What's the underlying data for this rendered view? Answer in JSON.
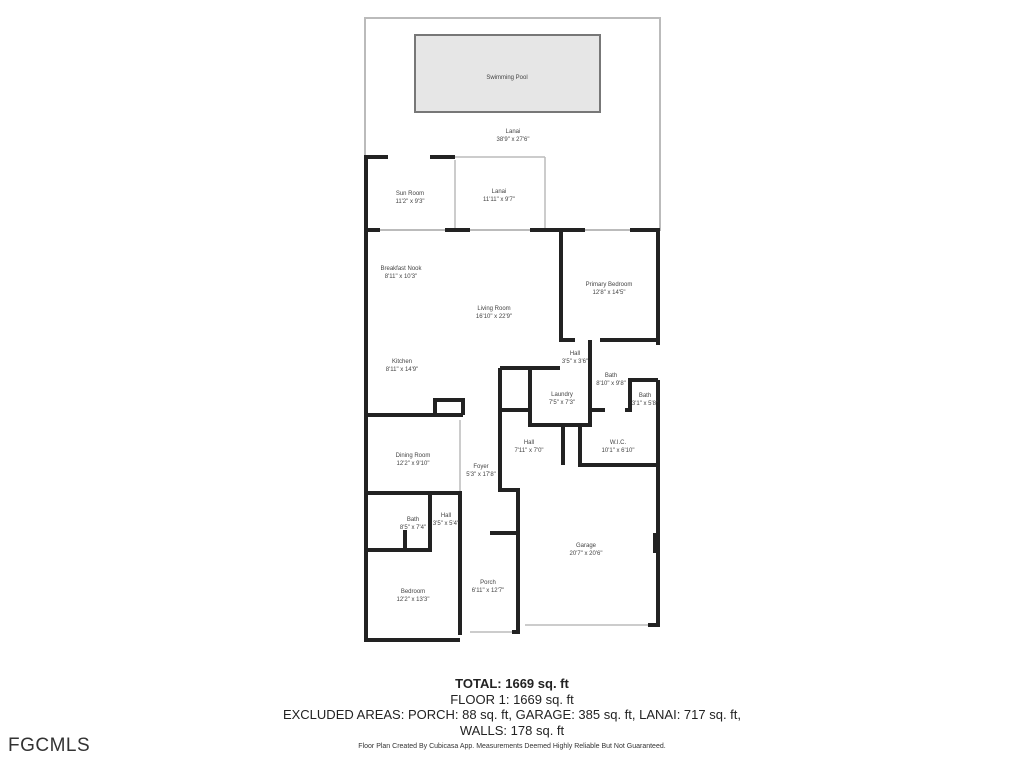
{
  "rooms": [
    {
      "name": "Swimming Pool",
      "dim": ""
    },
    {
      "name": "Lanai",
      "dim": "38'9\" x 27'6\""
    },
    {
      "name": "Sun Room",
      "dim": "11'2\" x 9'3\""
    },
    {
      "name": "Lanai",
      "dim": "11'11\" x 9'7\""
    },
    {
      "name": "Breakfast Nook",
      "dim": "8'11\" x 10'3\""
    },
    {
      "name": "Living Room",
      "dim": "16'10\" x 22'9\""
    },
    {
      "name": "Primary Bedroom",
      "dim": "12'8\" x 14'5\""
    },
    {
      "name": "Hall",
      "dim": "3'5\" x 3'6\""
    },
    {
      "name": "Kitchen",
      "dim": "8'11\" x 14'9\""
    },
    {
      "name": "Laundry",
      "dim": "7'5\" x 7'3\""
    },
    {
      "name": "Bath",
      "dim": "8'10\" x 9'8\""
    },
    {
      "name": "Bath",
      "dim": "3'1\" x 5'8\""
    },
    {
      "name": "Hall",
      "dim": "7'11\" x 7'0\""
    },
    {
      "name": "W.I.C.",
      "dim": "10'1\" x 6'10\""
    },
    {
      "name": "Dining Room",
      "dim": "12'2\" x 9'10\""
    },
    {
      "name": "Foyer",
      "dim": "5'3\" x 17'8\""
    },
    {
      "name": "Bath",
      "dim": "8'5\" x 7'4\""
    },
    {
      "name": "Hall",
      "dim": "3'5\" x 5'4\""
    },
    {
      "name": "Garage",
      "dim": "20'7\" x 20'6\""
    },
    {
      "name": "Porch",
      "dim": "6'11\" x 12'7\""
    },
    {
      "name": "Bedroom",
      "dim": "12'2\" x 13'3\""
    }
  ],
  "summary": {
    "total": "TOTAL: 1669 sq. ft",
    "floor": "FLOOR 1: 1669 sq. ft",
    "excluded": "EXCLUDED AREAS: PORCH: 88 sq. ft, GARAGE: 385 sq. ft, LANAI: 717 sq. ft,",
    "walls": "WALLS: 178 sq. ft"
  },
  "credit": "Floor Plan Created By Cubicasa App. Measurements Deemed Highly Reliable But Not Guaranteed.",
  "logo": "FGCMLS",
  "colors": {
    "wall": "#222222",
    "pool": "#e6e6e6",
    "thin": "#bbbbbb"
  }
}
